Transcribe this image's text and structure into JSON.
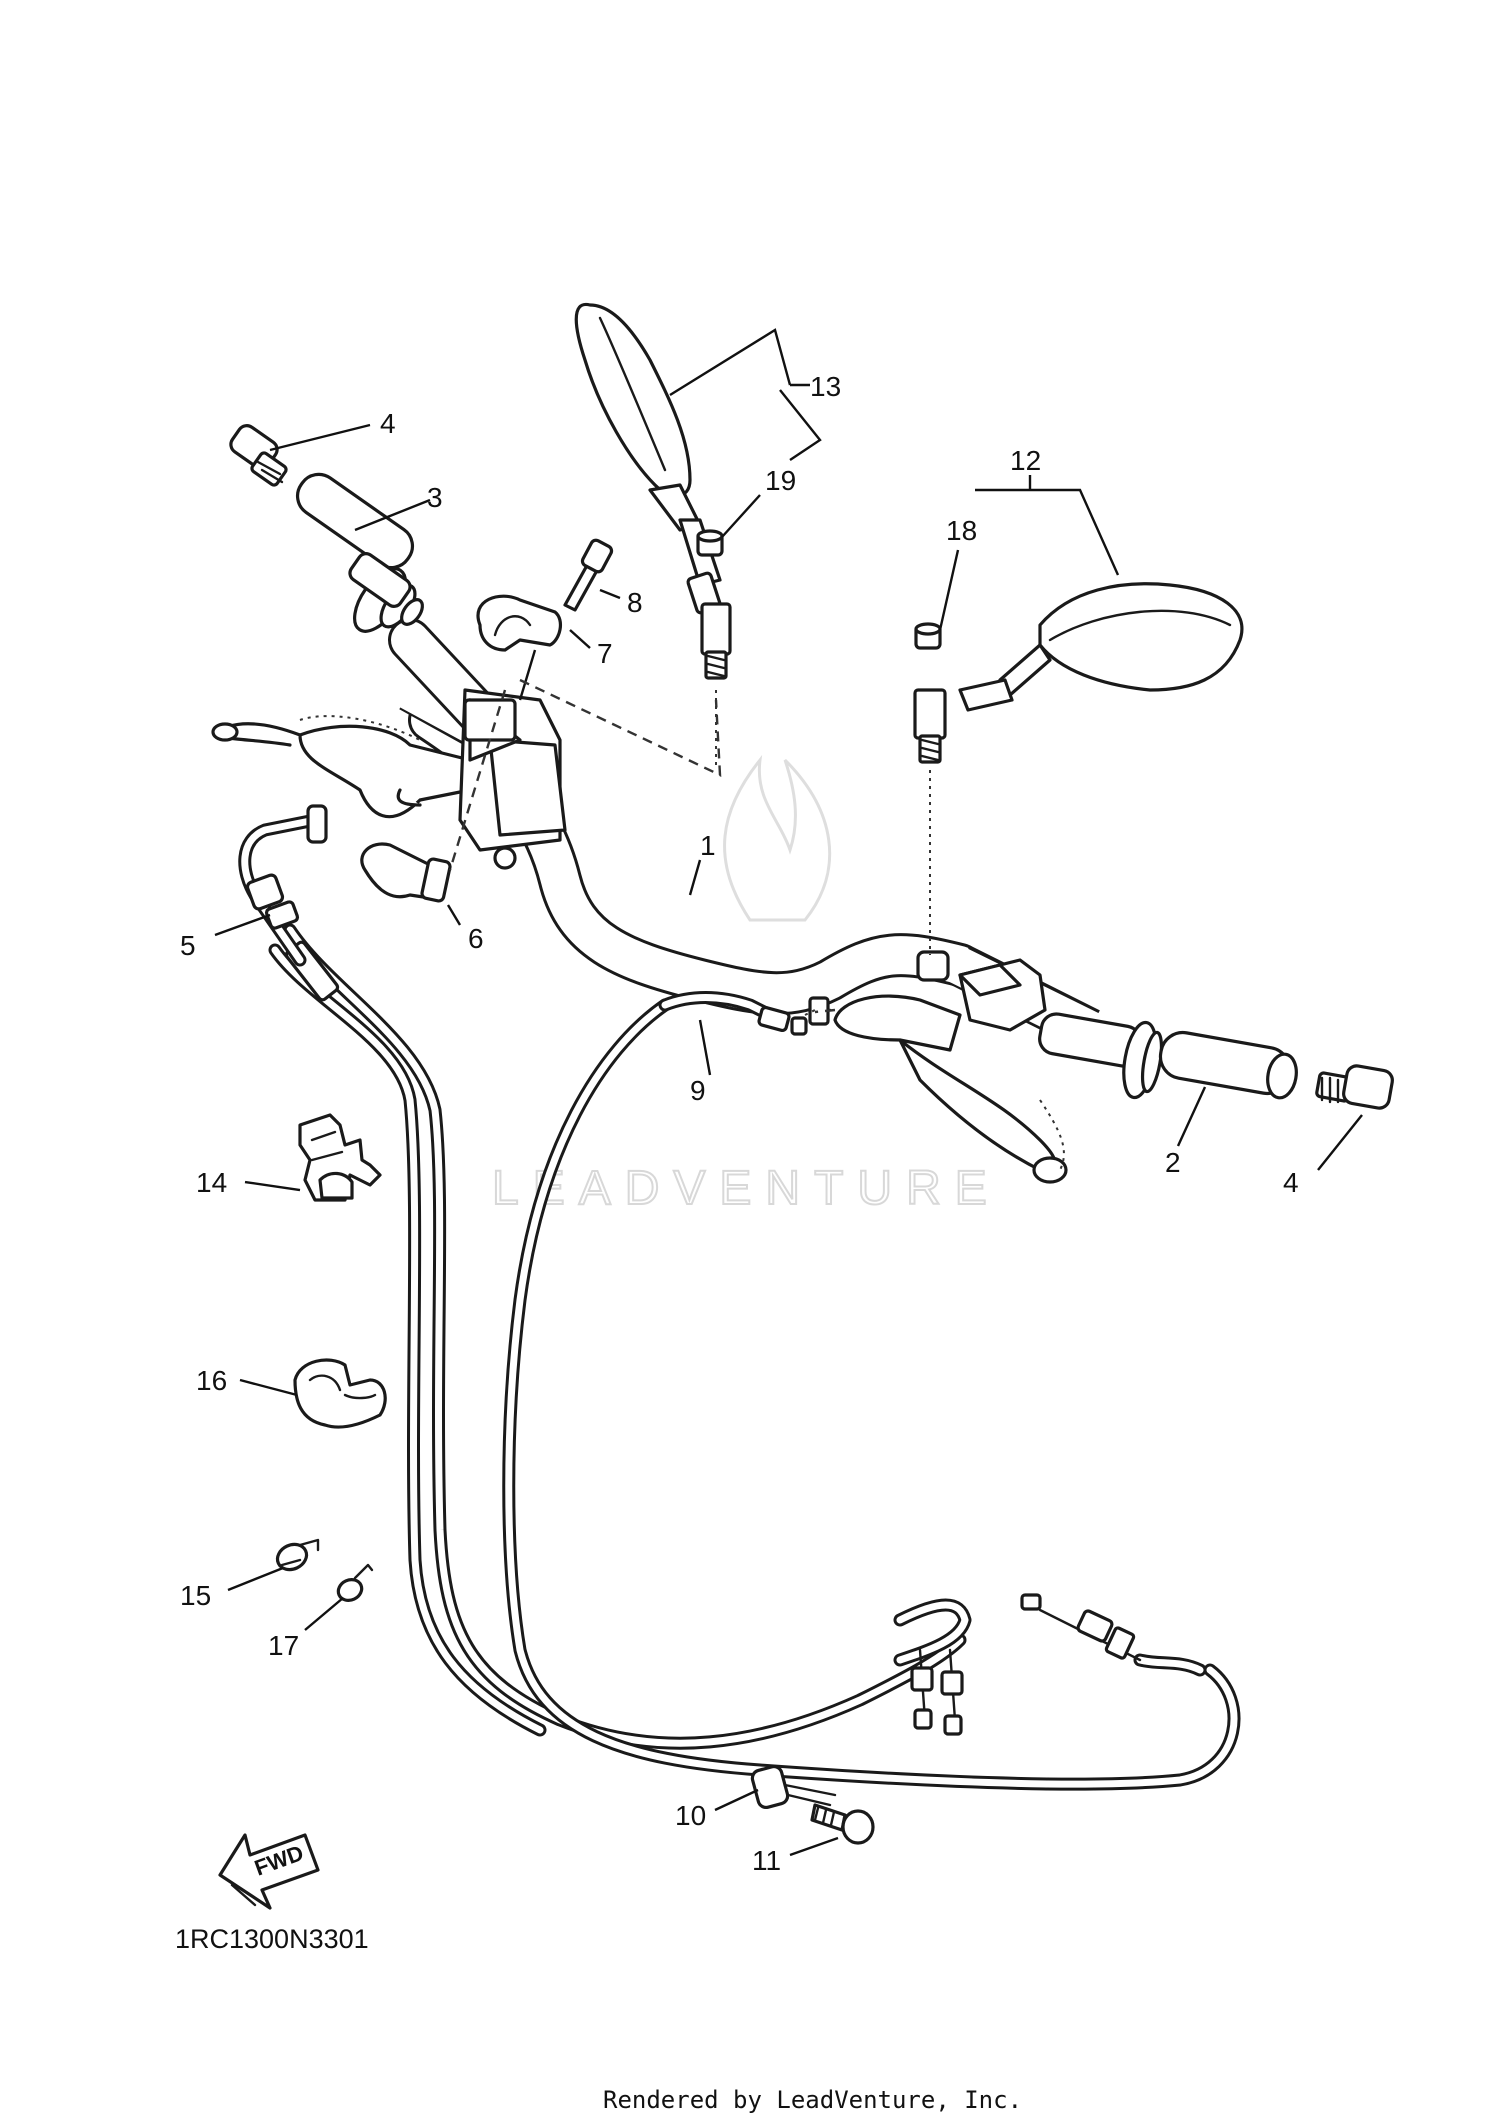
{
  "watermark": "LEADVENTURE",
  "diagram_code": "1RC1300N3301",
  "footer": "Rendered by LeadVenture, Inc.",
  "direction_label": "FWD",
  "callouts": [
    "1",
    "2",
    "3",
    "4",
    "4",
    "5",
    "6",
    "7",
    "8",
    "9",
    "10",
    "11",
    "12",
    "13",
    "14",
    "15",
    "16",
    "17",
    "18",
    "19"
  ]
}
